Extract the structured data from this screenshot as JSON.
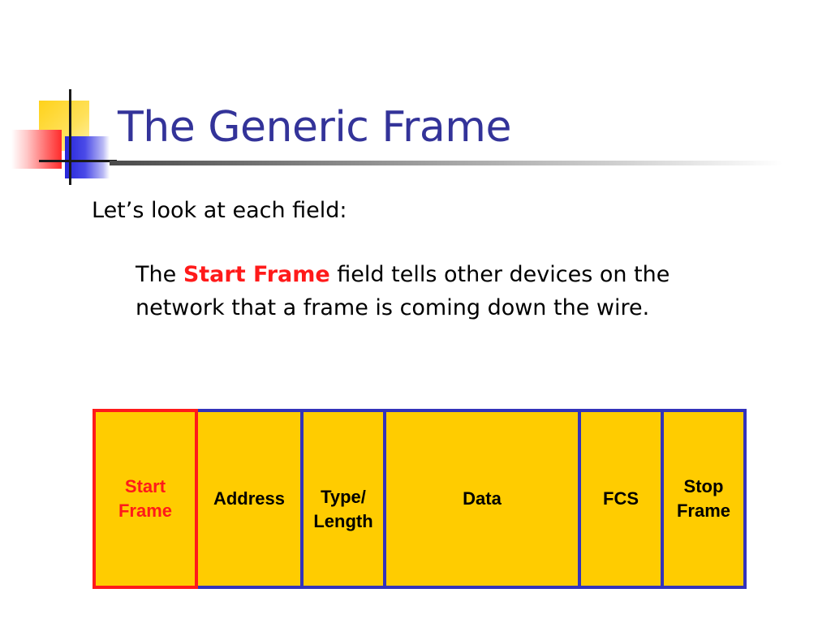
{
  "slide": {
    "title": "The Generic Frame",
    "lead": "Let’s look at each field:",
    "paragraph": {
      "prefix": "The ",
      "highlight": "Start Frame",
      "suffix": " field tells other devices on the network that a frame is coming down the wire."
    }
  },
  "frame_fields": [
    {
      "label": "Start\nFrame",
      "selected": true
    },
    {
      "label": "Address",
      "selected": false
    },
    {
      "label": "Type/\nLength",
      "selected": false
    },
    {
      "label": "Data",
      "selected": false
    },
    {
      "label": "FCS",
      "selected": false
    },
    {
      "label": "Stop\nFrame",
      "selected": false
    }
  ],
  "colors": {
    "title": "#333399",
    "highlight": "#ff1a1a",
    "field_fill": "#ffcc00",
    "field_border": "#3333bb",
    "selected_border": "#ff1a1a"
  }
}
